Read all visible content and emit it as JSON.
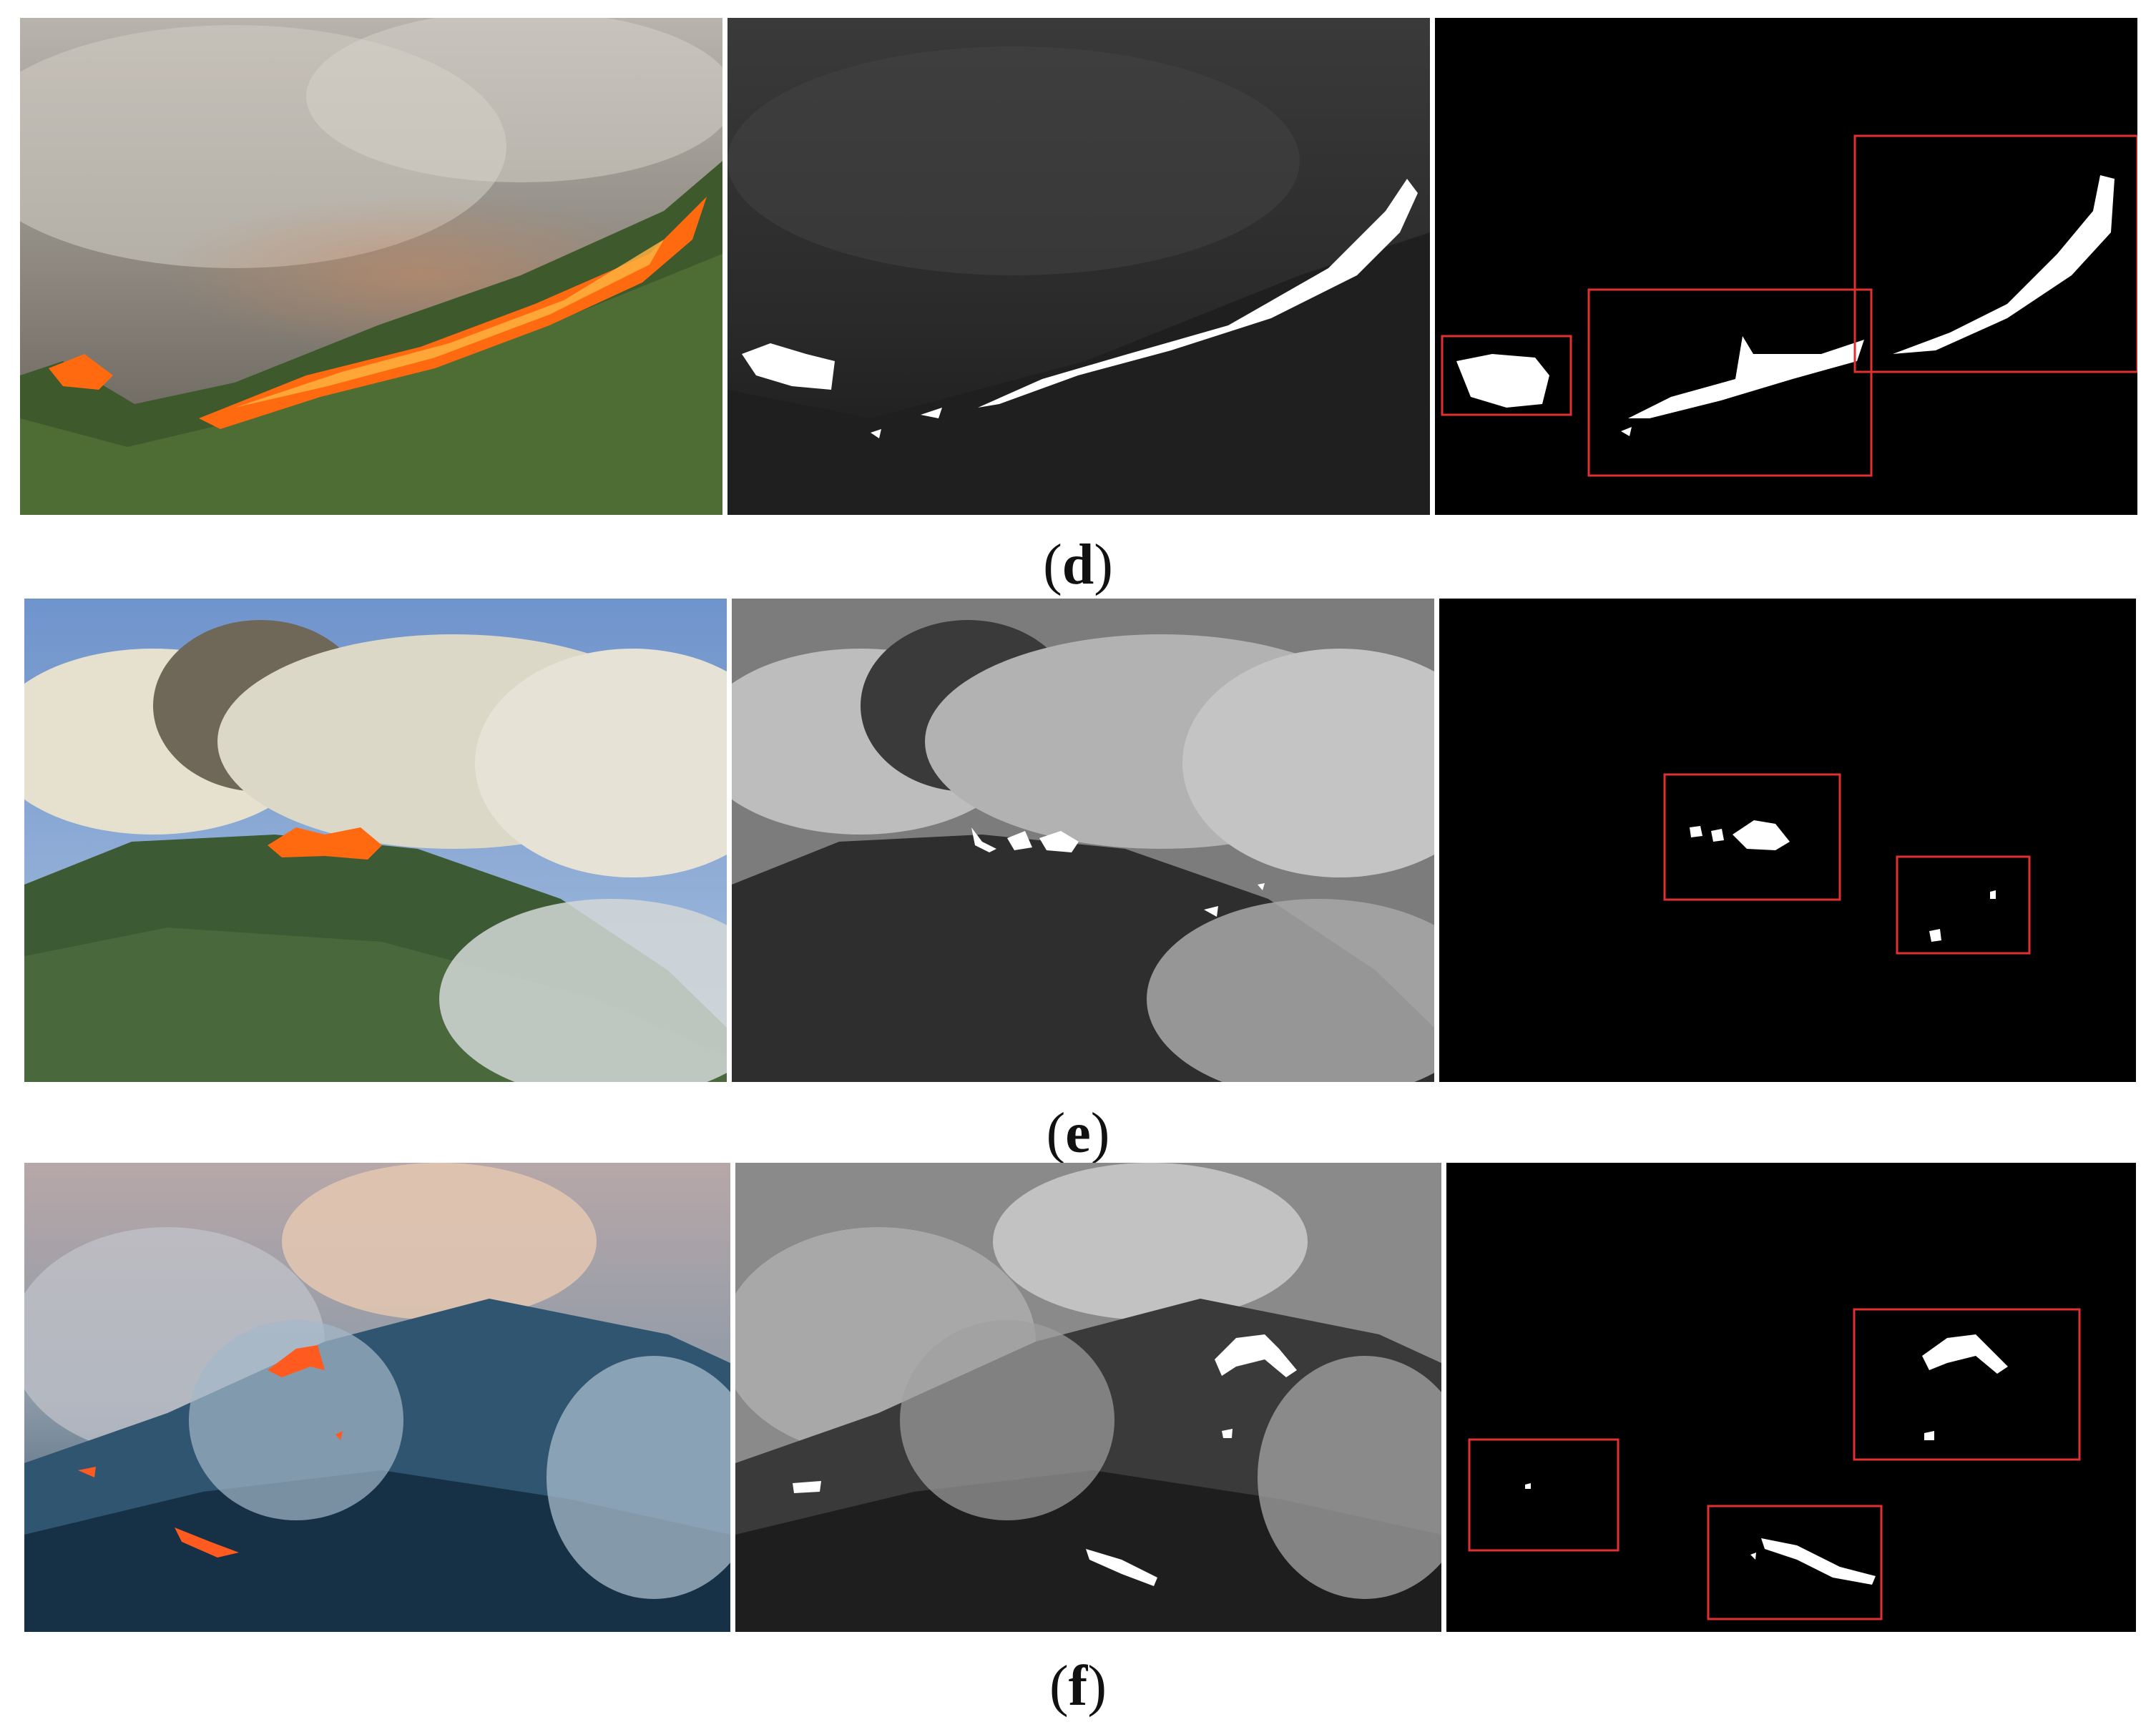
{
  "figure": {
    "rows": [
      {
        "id": "d",
        "caption_open": "(",
        "caption_letter": "d",
        "caption_close": ")",
        "panels": [
          "original-photo",
          "grayscale-map",
          "binary-detection-map"
        ],
        "detection_box_count": 3
      },
      {
        "id": "e",
        "caption_open": "(",
        "caption_letter": "e",
        "caption_close": ")",
        "panels": [
          "original-photo",
          "grayscale-map",
          "binary-detection-map"
        ],
        "detection_box_count": 2
      },
      {
        "id": "f",
        "caption_open": "(",
        "caption_letter": "f",
        "caption_close": ")",
        "panels": [
          "original-photo",
          "grayscale-map",
          "binary-detection-map"
        ],
        "detection_box_count": 3
      }
    ],
    "colors": {
      "detection_box": "#e03030",
      "flame": "#ff6a10",
      "mask": "#ffffff",
      "background_binary": "#000000"
    }
  }
}
